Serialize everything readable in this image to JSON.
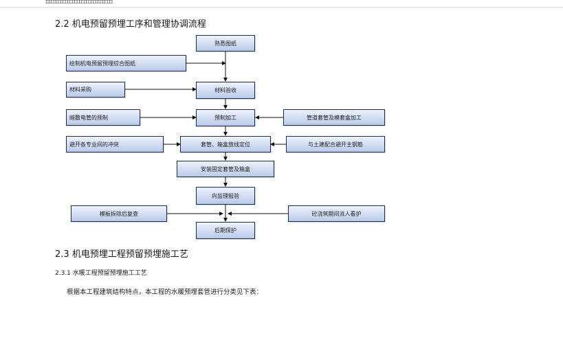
{
  "header_pattern": "ꞮꞮꞮꞮꞮꞮꞮꞮꞮꞮꞮꞮꞮꞮꞮꞮꞮꞮꞮꞮꞮꞮꞮꞮꞮꞮꞮꞮꞮꞮꞮꞮ",
  "section_2_2": {
    "number": "2.2",
    "title": "机电预留预埋工序和管理协调流程"
  },
  "flowchart": {
    "main": {
      "familiarize": "熟悉图纸",
      "material_acceptance": "材料验收",
      "prefabrication": "预制加工",
      "positioning": "套管、箱盒放线定位",
      "install_fix": "安装固定套管及箱盒",
      "supervision_check": "向监理报验",
      "protection": "后期保护"
    },
    "left": {
      "drawing": "绘制机电预留预埋综合图纸",
      "procurement": "材料采购",
      "conduit_prefab": "暗敷电管的预制",
      "avoid_conflict": "避开各专业间的冲突",
      "formwork_recheck": "模板拆除后复查"
    },
    "right": {
      "sleeve_processing": "管道套管及模套盒加工",
      "civil_coordination": "与土建配合避开主钢筋",
      "pour_watch": "砼浇筑期间派人看护"
    }
  },
  "section_2_3": {
    "number": "2.3",
    "title": "机电预埋工程预留预埋施工艺"
  },
  "section_2_3_1": {
    "number": "2.3.1",
    "title": "水暖工程预留预埋施工工艺"
  },
  "paragraph": "根据本工程建筑结构特点，本工程的水暖预埋套管进行分类见下表："
}
